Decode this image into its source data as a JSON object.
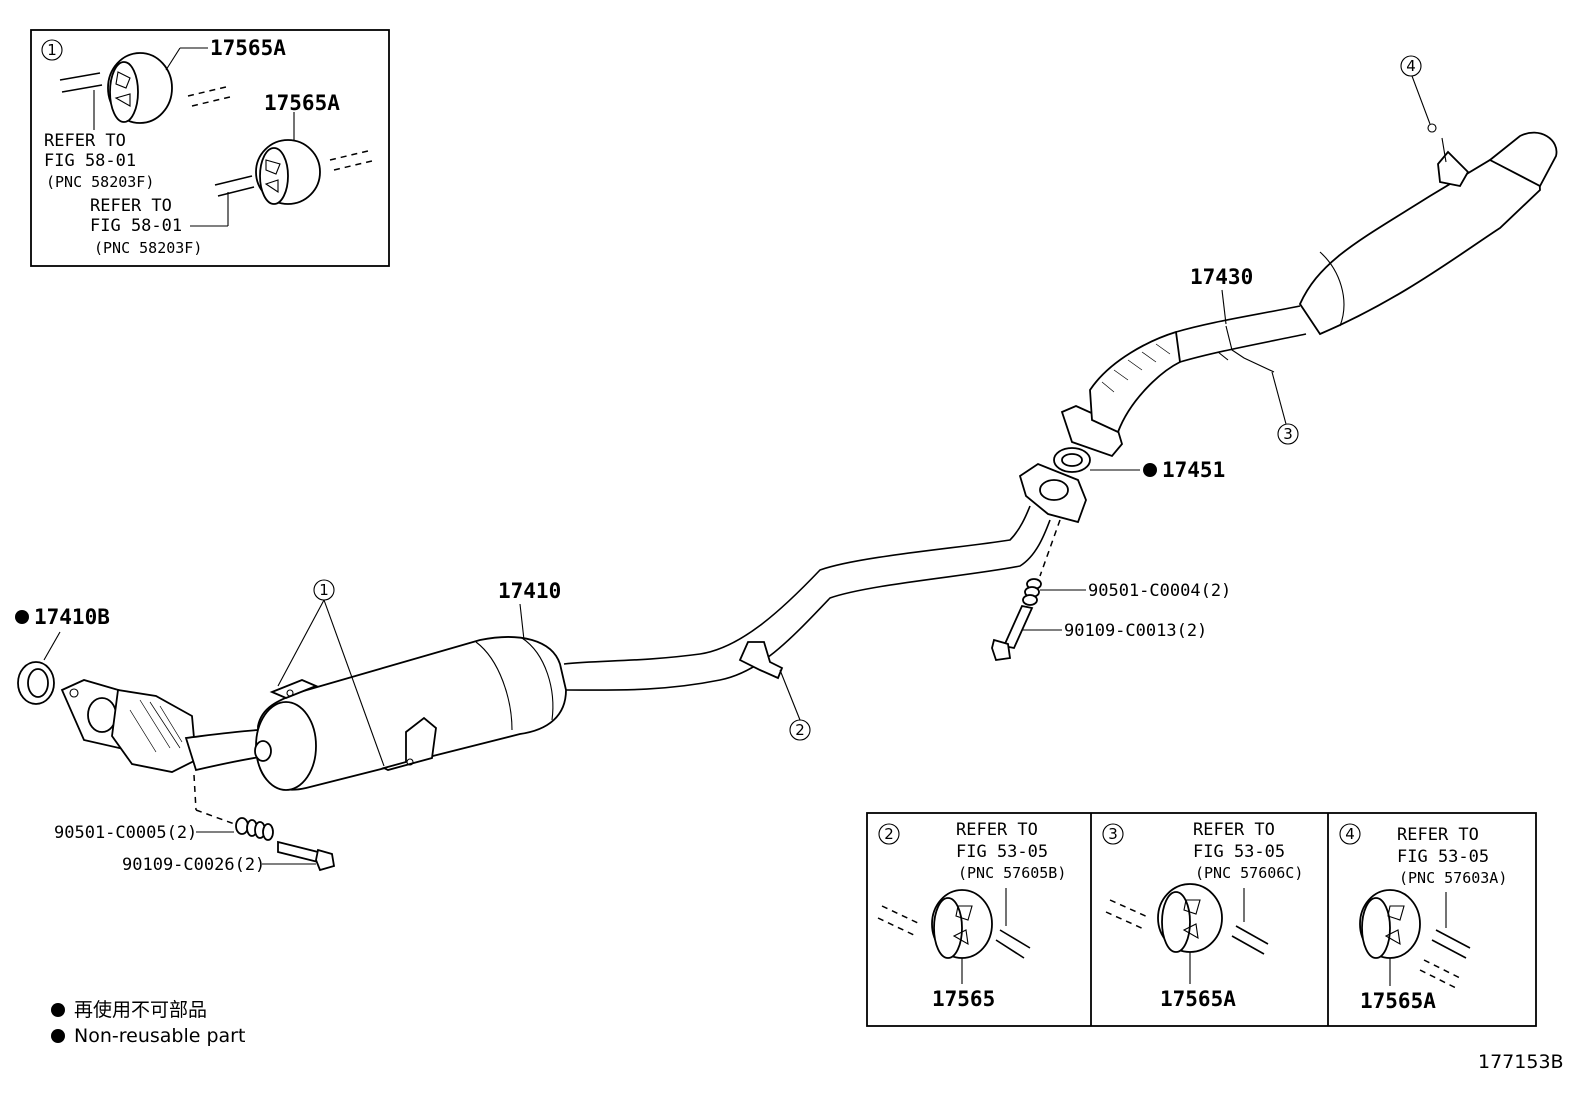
{
  "inset_top": {
    "marker": "1",
    "part_a": "17565A",
    "part_b": "17565A",
    "ref1": [
      "REFER TO",
      "FIG 58-01",
      "(PNC 58203F)"
    ],
    "ref2": [
      "REFER TO",
      "FIG 58-01",
      "(PNC 58203F)"
    ]
  },
  "parts": {
    "p17410b": "17410B",
    "p17410": "17410",
    "p17430": "17430",
    "p17451": "17451",
    "bolt_front_nut": "90501-C0005(2)",
    "bolt_front_bolt": "90109-C0026(2)",
    "bolt_mid_spring": "90501-C0004(2)",
    "bolt_mid_bolt": "90109-C0013(2)"
  },
  "markers": {
    "m1": "1",
    "m2": "2",
    "m3": "3",
    "m4": "4"
  },
  "insets_bottom": [
    {
      "marker": "2",
      "ref": [
        "REFER TO",
        "FIG 53-05",
        "(PNC 57605B)"
      ],
      "part": "17565"
    },
    {
      "marker": "3",
      "ref": [
        "REFER TO",
        "FIG 53-05",
        "(PNC 57606C)"
      ],
      "part": "17565A"
    },
    {
      "marker": "4",
      "ref": [
        "REFER TO",
        "FIG 53-05",
        "(PNC 57603A)"
      ],
      "part": "17565A"
    }
  ],
  "legend": {
    "line1": "再使用不可部品",
    "line2": "Non-reusable part"
  },
  "figure_id": "177153B"
}
